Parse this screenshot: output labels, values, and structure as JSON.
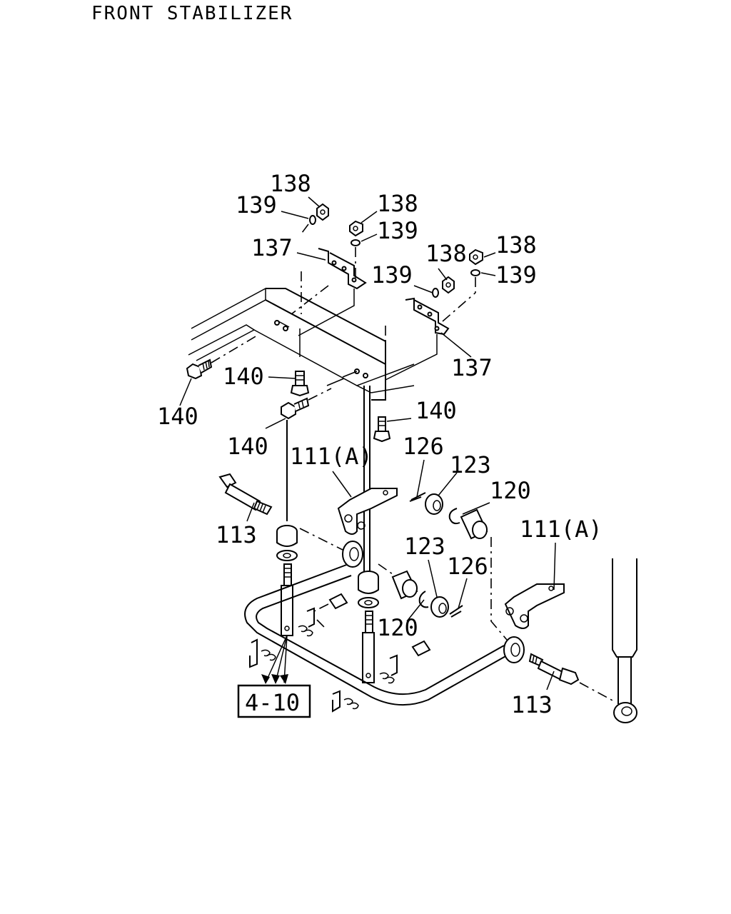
{
  "title": "FRONT STABILIZER",
  "ref_box": "4-10",
  "labels": {
    "l138a": "138",
    "l139a": "139",
    "l138b": "138",
    "l139b": "139",
    "l137a": "137",
    "l138c": "138",
    "l139c": "139",
    "l138d": "138",
    "l139d": "139",
    "l137b": "137",
    "l140a": "140",
    "l140b": "140",
    "l140c": "140",
    "l140d": "140",
    "l111a": "111(A)",
    "l126a": "126",
    "l123a": "123",
    "l120a": "120",
    "l113a": "113",
    "l111b": "111(A)",
    "l123b": "123",
    "l126b": "126",
    "l120b": "120",
    "l113b": "113"
  }
}
